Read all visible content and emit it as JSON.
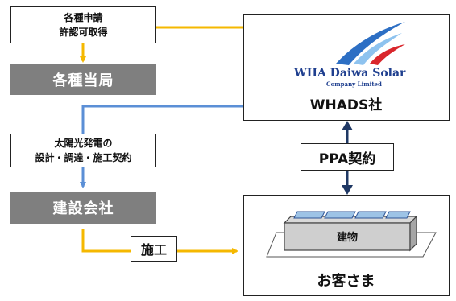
{
  "permits": {
    "line1": "各種申請",
    "line2": "許認可取得"
  },
  "authorities": {
    "label": "各種当局"
  },
  "design": {
    "line1": "太陽光発電の",
    "line2": "設計・調達・施工契約"
  },
  "contractor": {
    "label": "建設会社"
  },
  "construction": {
    "label": "施工"
  },
  "whads": {
    "logo_main": "WHA Daiwa Solar",
    "logo_sub": "Company Limited",
    "name": "WHADS社"
  },
  "ppa": {
    "label": "PPA契約"
  },
  "customer": {
    "building_label": "建物",
    "name": "お客さま"
  },
  "colors": {
    "orange": "#f5b800",
    "blue": "#5b8fd6",
    "navy": "#1f3864",
    "gray_band": "#7f7f7f"
  }
}
